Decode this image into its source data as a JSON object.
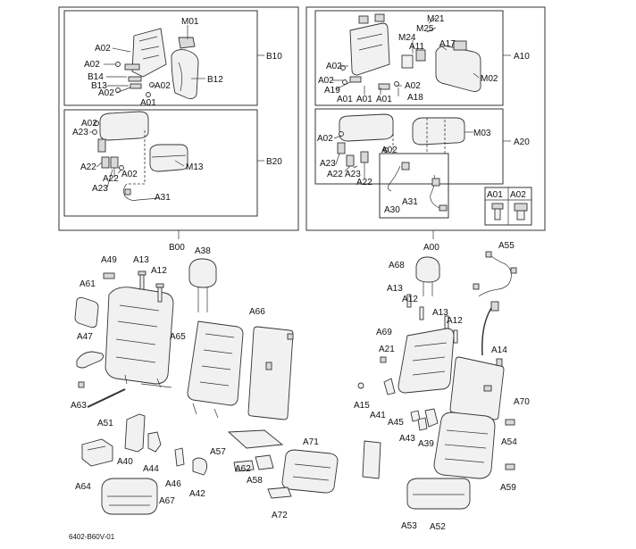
{
  "groups": {
    "b00": {
      "label": "B00",
      "b10": "B10",
      "b20": "B20"
    },
    "a00": {
      "label": "A00",
      "a10": "A10",
      "a20": "A20"
    }
  },
  "labels": {
    "M01": "M01",
    "A02": "A02",
    "B14": "B14",
    "B13": "B13",
    "B12": "B12",
    "A01": "A01",
    "A23": "A23",
    "A22": "A22",
    "M13": "M13",
    "A31": "A31",
    "M21": "M21",
    "M25": "M25",
    "M24": "M24",
    "A11": "A11",
    "A17": "A17",
    "A19": "A19",
    "A18": "A18",
    "M02": "M02",
    "M03": "M03",
    "A30": "A30",
    "A49": "A49",
    "A13": "A13",
    "A12": "A12",
    "A38": "A38",
    "A61": "A61",
    "A66": "A66",
    "A47": "A47",
    "A65": "A65",
    "A63": "A63",
    "A51": "A51",
    "A40": "A40",
    "A44": "A44",
    "A57": "A57",
    "A71": "A71",
    "A64": "A64",
    "A46": "A46",
    "A62": "A62",
    "A58": "A58",
    "A42": "A42",
    "A67": "A67",
    "A72": "A72",
    "A55": "A55",
    "A68": "A68",
    "A69": "A69",
    "A21": "A21",
    "A14": "A14",
    "A15": "A15",
    "A41": "A41",
    "A70": "A70",
    "A45": "A45",
    "A43": "A43",
    "A39": "A39",
    "A54": "A54",
    "A59": "A59",
    "A53": "A53",
    "A52": "A52"
  },
  "fastener_legend": {
    "a01": "A01",
    "a02": "A02"
  },
  "figure_code": "6402-B60V-01"
}
